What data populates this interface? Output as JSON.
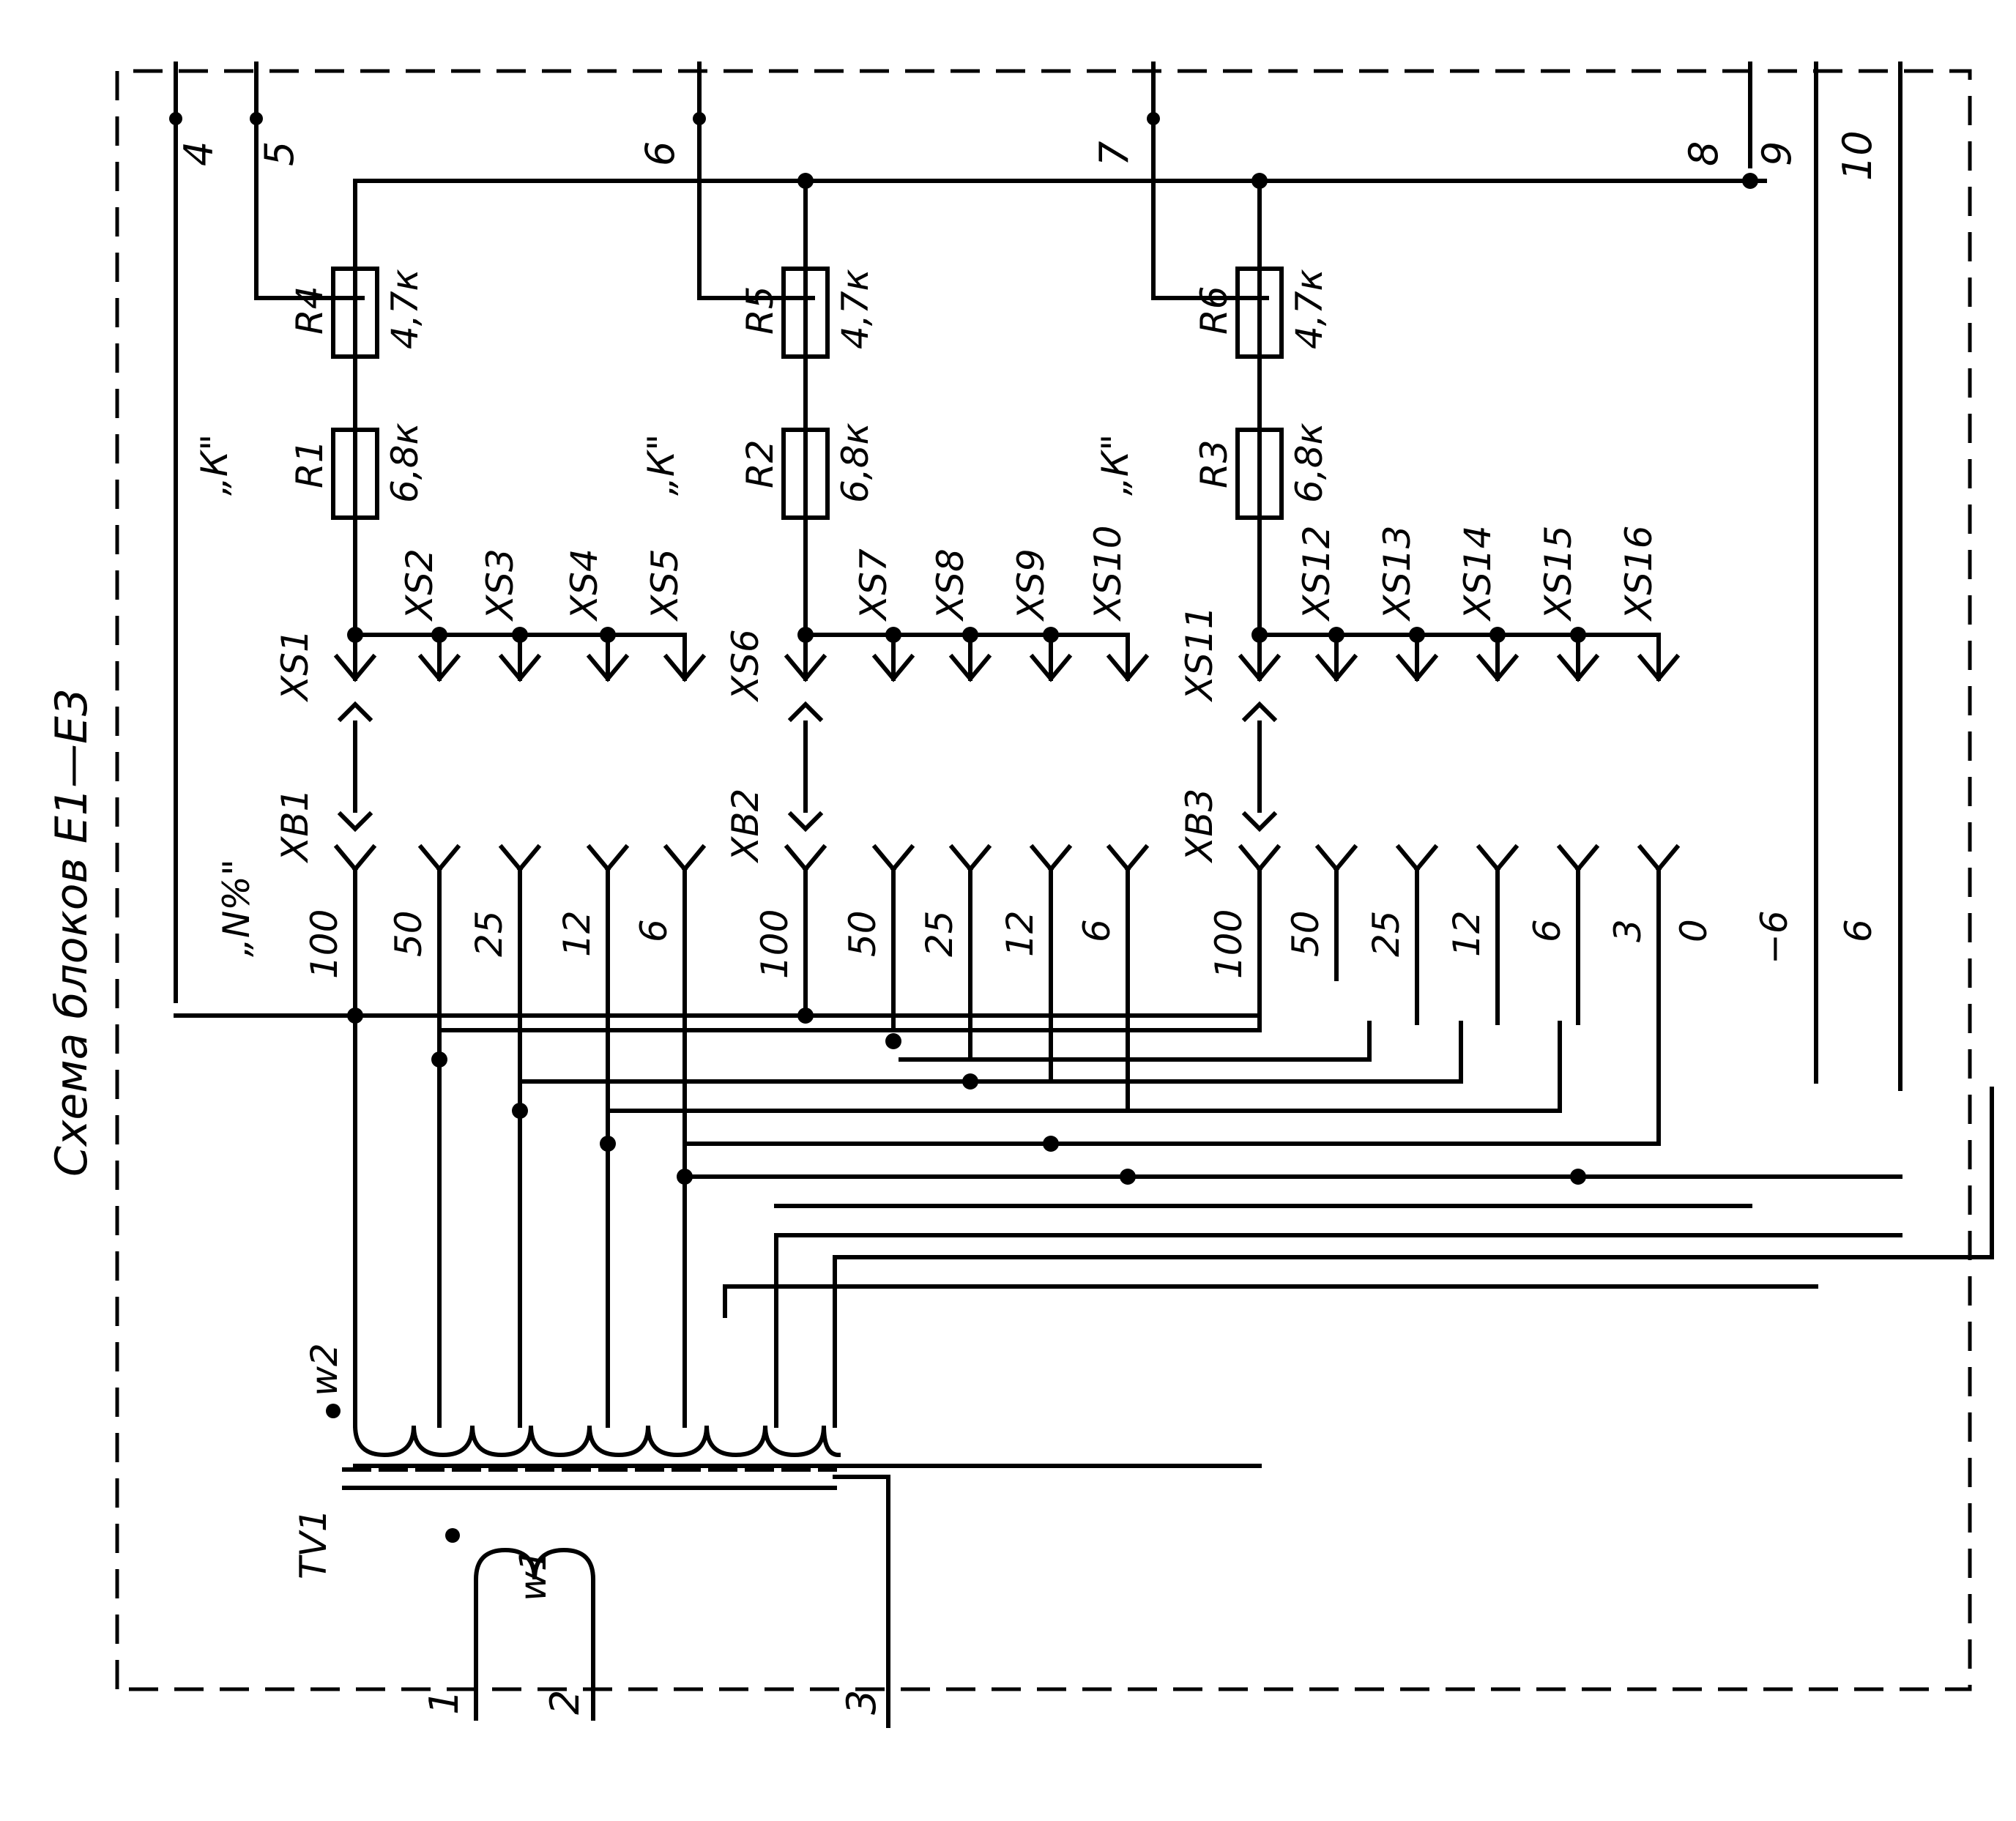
{
  "title": "Схема блоков Е1—Е3",
  "terminals": [
    "1",
    "2",
    "3",
    "4",
    "5",
    "6",
    "7",
    "8",
    "9",
    "10"
  ],
  "transformer": {
    "name": "TV1",
    "primary": "w1",
    "secondary": "w2"
  },
  "resistors": [
    {
      "name": "R1",
      "value": "6,8к"
    },
    {
      "name": "R2",
      "value": "6,8к"
    },
    {
      "name": "R3",
      "value": "6,8к"
    },
    {
      "name": "R4",
      "value": "4,7к"
    },
    {
      "name": "R5",
      "value": "4,7к"
    },
    {
      "name": "R6",
      "value": "4,7к"
    }
  ],
  "marks": {
    "k": "„К\"",
    "n": "„N%\""
  },
  "plugs": [
    "XB1",
    "XB2",
    "XB3"
  ],
  "sockets": [
    "XS1",
    "XS2",
    "XS3",
    "XS4",
    "XS5",
    "XS6",
    "XS7",
    "XS8",
    "XS9",
    "XS10",
    "XS11",
    "XS12",
    "XS13",
    "XS14",
    "XS15",
    "XS16"
  ],
  "taps": {
    "block1": [
      "100",
      "50",
      "25",
      "12",
      "6"
    ],
    "block2": [
      "100",
      "50",
      "25",
      "12",
      "6"
    ],
    "block3": [
      "100",
      "50",
      "25",
      "12",
      "6",
      "3",
      "0"
    ],
    "extra": [
      "−6",
      "6"
    ]
  }
}
